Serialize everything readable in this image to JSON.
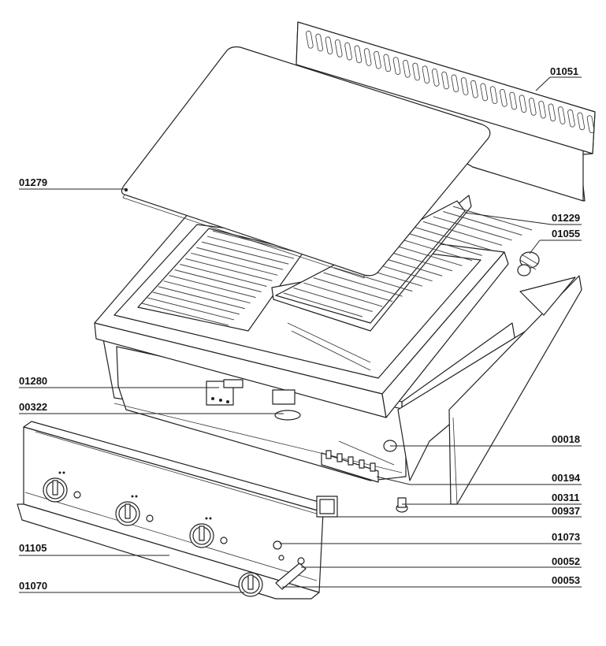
{
  "callouts": [
    {
      "id": "01051",
      "label": "01051"
    },
    {
      "id": "01279",
      "label": "01279"
    },
    {
      "id": "01229",
      "label": "01229"
    },
    {
      "id": "01055",
      "label": "01055"
    },
    {
      "id": "01280",
      "label": "01280"
    },
    {
      "id": "00322",
      "label": "00322"
    },
    {
      "id": "00018",
      "label": "00018"
    },
    {
      "id": "00194",
      "label": "00194"
    },
    {
      "id": "00311",
      "label": "00311"
    },
    {
      "id": "00937",
      "label": "00937"
    },
    {
      "id": "01073",
      "label": "01073"
    },
    {
      "id": "01105",
      "label": "01105"
    },
    {
      "id": "00052",
      "label": "00052"
    },
    {
      "id": "01070",
      "label": "01070"
    },
    {
      "id": "00053",
      "label": "00053"
    }
  ]
}
